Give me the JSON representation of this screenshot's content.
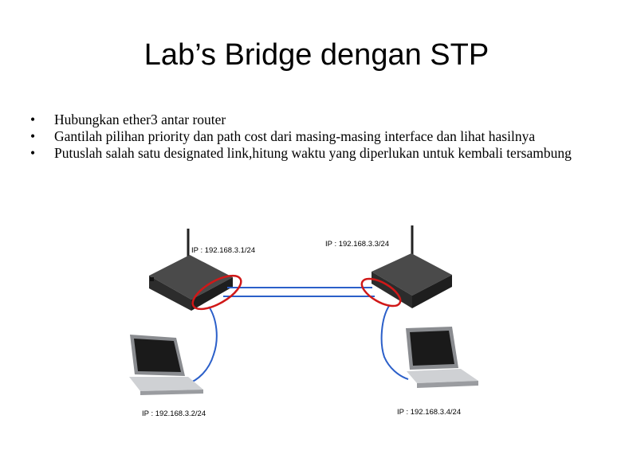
{
  "slide": {
    "title": "Lab’s Bridge dengan STP",
    "bullets": [
      "Hubungkan ether3 antar router",
      "Gantilah pilihan priority dan path cost dari masing-masing interface dan lihat hasilnya",
      "Putuslah salah satu designated link,hitung waktu yang diperlukan untuk kembali tersambung"
    ],
    "bullet_glyph": "•"
  },
  "diagram": {
    "router1_ip": "IP : 192.168.3.1/24",
    "router2_ip": "IP : 192.168.3.3/24",
    "laptop1_ip": "IP : 192.168.3.2/24",
    "laptop2_ip": "IP : 192.168.3.4/24",
    "colors": {
      "cable": "#2b5fc9",
      "highlight": "#d01818",
      "router": "#3a3a3a"
    }
  }
}
